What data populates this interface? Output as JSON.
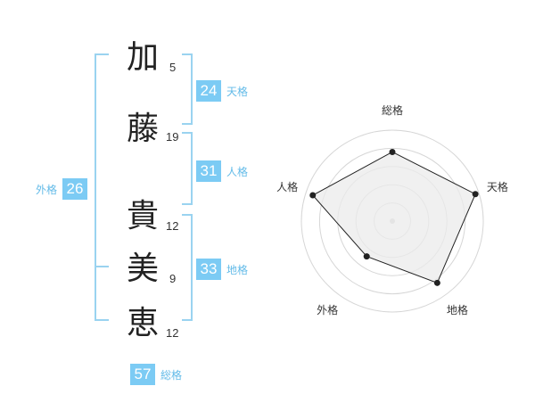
{
  "colors": {
    "accent": "#7ccbf4",
    "label": "#63bbe8",
    "bracket": "#9ad3f0",
    "text": "#222222",
    "radar_fill": "#ebebeb",
    "radar_ring": "#d6d6d6",
    "radar_line": "#222222"
  },
  "name": {
    "characters": [
      {
        "char": "加",
        "strokes": "5"
      },
      {
        "char": "藤",
        "strokes": "19"
      },
      {
        "char": "貴",
        "strokes": "12"
      },
      {
        "char": "美",
        "strokes": "9"
      },
      {
        "char": "恵",
        "strokes": "12"
      }
    ]
  },
  "scores": {
    "tenkaku": {
      "value": "24",
      "label": "天格"
    },
    "jinkaku": {
      "value": "31",
      "label": "人格"
    },
    "chikaku": {
      "value": "33",
      "label": "地格"
    },
    "gaikaku": {
      "value": "26",
      "label": "外格"
    },
    "soukaku": {
      "value": "57",
      "label": "総格"
    }
  },
  "chart_data": {
    "type": "radar",
    "axes": [
      "総格",
      "天格",
      "地格",
      "外格",
      "人格"
    ],
    "levels": 5,
    "series": [
      {
        "values": [
          3.8,
          4.8,
          4.2,
          2.4,
          4.6
        ]
      }
    ]
  }
}
